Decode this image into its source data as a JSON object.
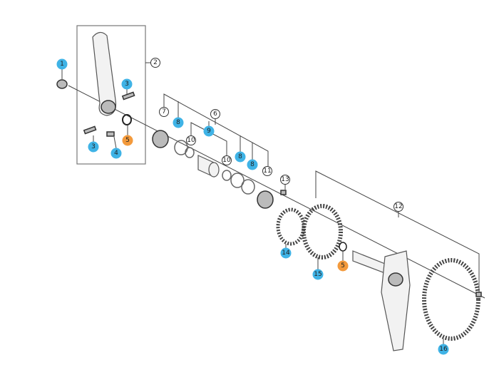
{
  "title": "Crankset exploded view",
  "colors": {
    "blue": "#3fb3e6",
    "orange": "#f39a3c",
    "white": "#ffffff"
  },
  "callouts": [
    {
      "id": "c1",
      "label": "1",
      "color": "blue"
    },
    {
      "id": "c2",
      "label": "2",
      "color": "white"
    },
    {
      "id": "c3a",
      "label": "3",
      "color": "blue"
    },
    {
      "id": "c3b",
      "label": "3",
      "color": "blue"
    },
    {
      "id": "c4",
      "label": "4",
      "color": "blue"
    },
    {
      "id": "c5a",
      "label": "5",
      "color": "orange"
    },
    {
      "id": "c6",
      "label": "6",
      "color": "white"
    },
    {
      "id": "c7",
      "label": "7",
      "color": "white"
    },
    {
      "id": "c8a",
      "label": "8",
      "color": "blue"
    },
    {
      "id": "c9",
      "label": "9",
      "color": "blue"
    },
    {
      "id": "c10a",
      "label": "10",
      "color": "white"
    },
    {
      "id": "c10b",
      "label": "10",
      "color": "white"
    },
    {
      "id": "c8b",
      "label": "8",
      "color": "blue"
    },
    {
      "id": "c8c",
      "label": "8",
      "color": "blue"
    },
    {
      "id": "c11",
      "label": "11",
      "color": "white"
    },
    {
      "id": "c13",
      "label": "13",
      "color": "white"
    },
    {
      "id": "c12",
      "label": "12",
      "color": "white"
    },
    {
      "id": "c14",
      "label": "14",
      "color": "blue"
    },
    {
      "id": "c15",
      "label": "15",
      "color": "blue"
    },
    {
      "id": "c5b",
      "label": "5",
      "color": "orange"
    },
    {
      "id": "c16",
      "label": "16",
      "color": "blue"
    }
  ]
}
